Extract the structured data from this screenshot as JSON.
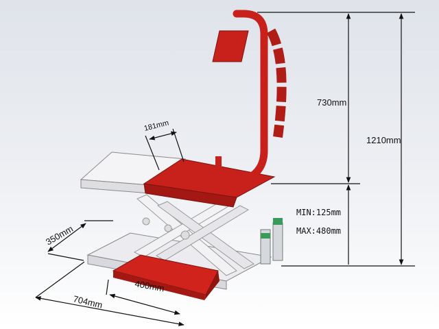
{
  "dimensions": {
    "arm_height": "730mm",
    "total_height": "1210mm",
    "seat_width": "181mm",
    "min_height": "MIN:125mm",
    "max_height": "MAX:480mm",
    "base_width": "350mm",
    "base_length": "704mm",
    "ramp_width": "400mm"
  },
  "colors": {
    "red": "#c8201a",
    "frame": "#e9e9ec",
    "line": "#111111"
  }
}
